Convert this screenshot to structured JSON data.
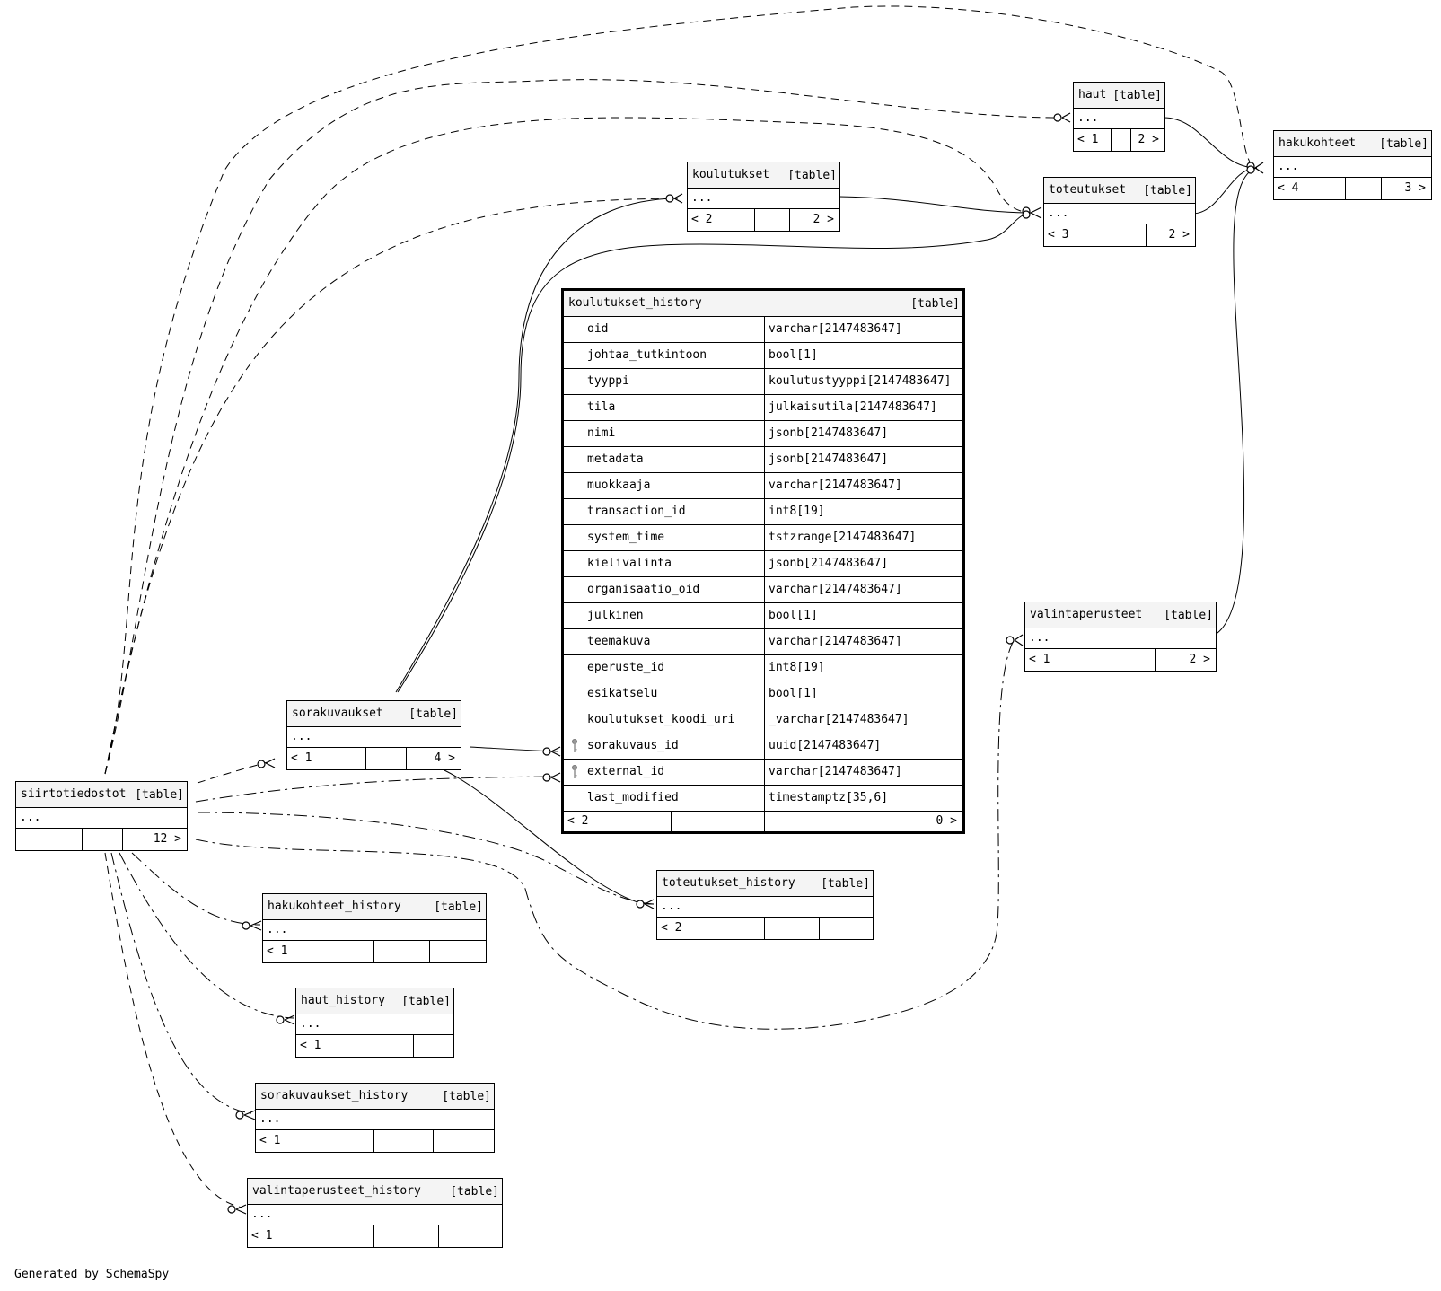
{
  "main_table": {
    "name": "koulutukset_history",
    "type_label": "[table]",
    "columns": [
      {
        "name": "oid",
        "type": "varchar[2147483647]",
        "key": false
      },
      {
        "name": "johtaa_tutkintoon",
        "type": "bool[1]",
        "key": false
      },
      {
        "name": "tyyppi",
        "type": "koulutustyyppi[2147483647]",
        "key": false
      },
      {
        "name": "tila",
        "type": "julkaisutila[2147483647]",
        "key": false
      },
      {
        "name": "nimi",
        "type": "jsonb[2147483647]",
        "key": false
      },
      {
        "name": "metadata",
        "type": "jsonb[2147483647]",
        "key": false
      },
      {
        "name": "muokkaaja",
        "type": "varchar[2147483647]",
        "key": false
      },
      {
        "name": "transaction_id",
        "type": "int8[19]",
        "key": false
      },
      {
        "name": "system_time",
        "type": "tstzrange[2147483647]",
        "key": false
      },
      {
        "name": "kielivalinta",
        "type": "jsonb[2147483647]",
        "key": false
      },
      {
        "name": "organisaatio_oid",
        "type": "varchar[2147483647]",
        "key": false
      },
      {
        "name": "julkinen",
        "type": "bool[1]",
        "key": false
      },
      {
        "name": "teemakuva",
        "type": "varchar[2147483647]",
        "key": false
      },
      {
        "name": "eperuste_id",
        "type": "int8[19]",
        "key": false
      },
      {
        "name": "esikatselu",
        "type": "bool[1]",
        "key": false
      },
      {
        "name": "koulutukset_koodi_uri",
        "type": "_varchar[2147483647]",
        "key": false
      },
      {
        "name": "sorakuvaus_id",
        "type": "uuid[2147483647]",
        "key": true
      },
      {
        "name": "external_id",
        "type": "varchar[2147483647]",
        "key": true
      },
      {
        "name": "last_modified",
        "type": "timestamptz[35,6]",
        "key": false
      }
    ],
    "footer_left": "< 2",
    "footer_right": "0 >"
  },
  "tables": [
    {
      "id": "haut",
      "name": "haut",
      "type_label": "[table]",
      "ellipsis": "...",
      "left": "< 1",
      "right": "2 >"
    },
    {
      "id": "hakukohteet",
      "name": "hakukohteet",
      "type_label": "[table]",
      "ellipsis": "...",
      "left": "< 4",
      "right": "3 >"
    },
    {
      "id": "koulutukset",
      "name": "koulutukset",
      "type_label": "[table]",
      "ellipsis": "...",
      "left": "< 2",
      "right": "2 >"
    },
    {
      "id": "toteutukset",
      "name": "toteutukset",
      "type_label": "[table]",
      "ellipsis": "...",
      "left": "< 3",
      "right": "2 >"
    },
    {
      "id": "valintaperusteet",
      "name": "valintaperusteet",
      "type_label": "[table]",
      "ellipsis": "...",
      "left": "< 1",
      "right": "2 >"
    },
    {
      "id": "sorakuvaukset",
      "name": "sorakuvaukset",
      "type_label": "[table]",
      "ellipsis": "...",
      "left": "< 1",
      "right": "4 >"
    },
    {
      "id": "siirtotiedostot",
      "name": "siirtotiedostot",
      "type_label": "[table]",
      "ellipsis": "...",
      "left": "",
      "right": "12 >"
    },
    {
      "id": "toteutukset_history",
      "name": "toteutukset_history",
      "type_label": "[table]",
      "ellipsis": "...",
      "left": "< 2",
      "right": ""
    },
    {
      "id": "hakukohteet_history",
      "name": "hakukohteet_history",
      "type_label": "[table]",
      "ellipsis": "...",
      "left": "< 1",
      "right": ""
    },
    {
      "id": "haut_history",
      "name": "haut_history",
      "type_label": "[table]",
      "ellipsis": "...",
      "left": "< 1",
      "right": ""
    },
    {
      "id": "sorakuvaukset_history",
      "name": "sorakuvaukset_history",
      "type_label": "[table]",
      "ellipsis": "...",
      "left": "< 1",
      "right": ""
    },
    {
      "id": "valintaperusteet_history",
      "name": "valintaperusteet_history",
      "type_label": "[table]",
      "ellipsis": "...",
      "left": "< 1",
      "right": ""
    }
  ],
  "footer": "Generated by SchemaSpy"
}
